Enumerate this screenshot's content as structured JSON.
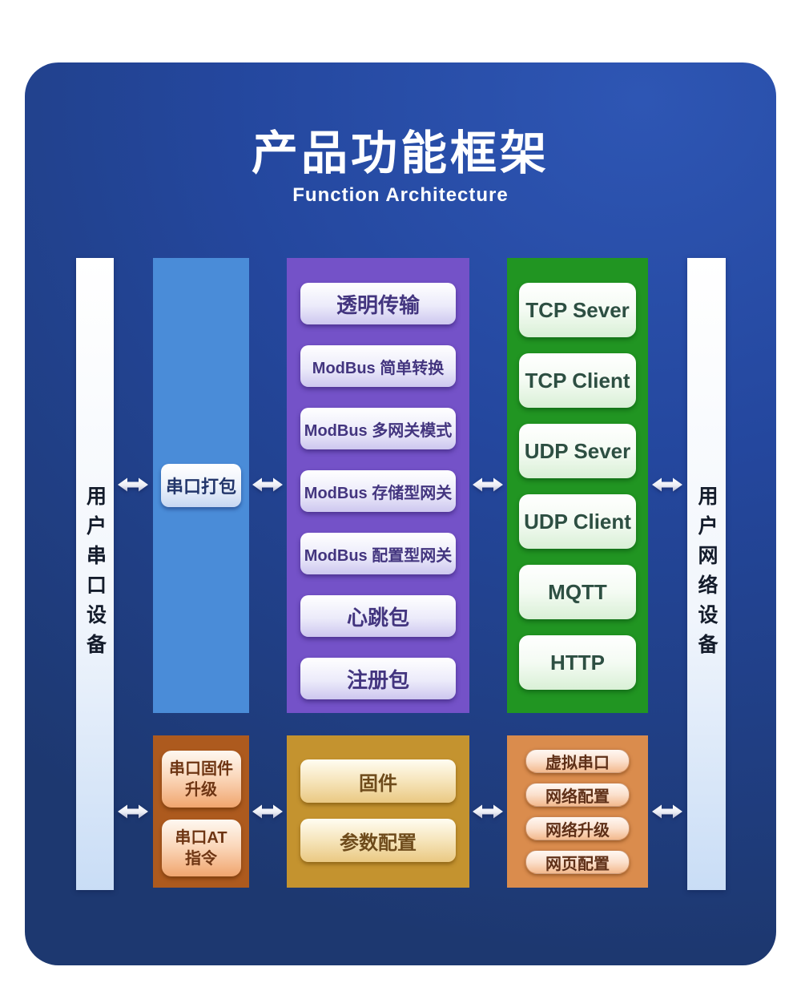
{
  "header": {
    "title": "产品功能框架",
    "subtitle": "Function Architecture"
  },
  "left_bar": {
    "label": "用户串口设备"
  },
  "right_bar": {
    "label": "用户网络设备"
  },
  "columns": {
    "serial": {
      "items": [
        "串口打包"
      ]
    },
    "modes": {
      "items": [
        "透明传输",
        "ModBus 简单转换",
        "ModBus 多网关模式",
        "ModBus 存储型网关",
        "ModBus 配置型网关",
        "心跳包",
        "注册包"
      ]
    },
    "protocols": {
      "items": [
        "TCP Sever",
        "TCP Client",
        "UDP Sever",
        "UDP Client",
        "MQTT",
        "HTTP"
      ]
    },
    "serial_tools": {
      "items": [
        "串口固件\n升级",
        "串口AT\n指令"
      ]
    },
    "firmware": {
      "items": [
        "固件",
        "参数配置"
      ]
    },
    "network_tools": {
      "items": [
        "虚拟串口",
        "网络配置",
        "网络升级",
        "网页配置"
      ]
    }
  },
  "icons": {
    "double_arrow_glyph": "↔"
  },
  "colors": {
    "card_top": "#2e56b4",
    "card_bottom": "#1d3870",
    "serial_column": "#4a8cd8",
    "modes_column": "#7452c8",
    "protocols_column": "#219522",
    "serial_tools_column": "#ad5a1e",
    "firmware_column": "#c4932f",
    "network_tools_column": "#da8c4d",
    "side_bar": "#ffffff",
    "title_text": "#ffffff"
  }
}
